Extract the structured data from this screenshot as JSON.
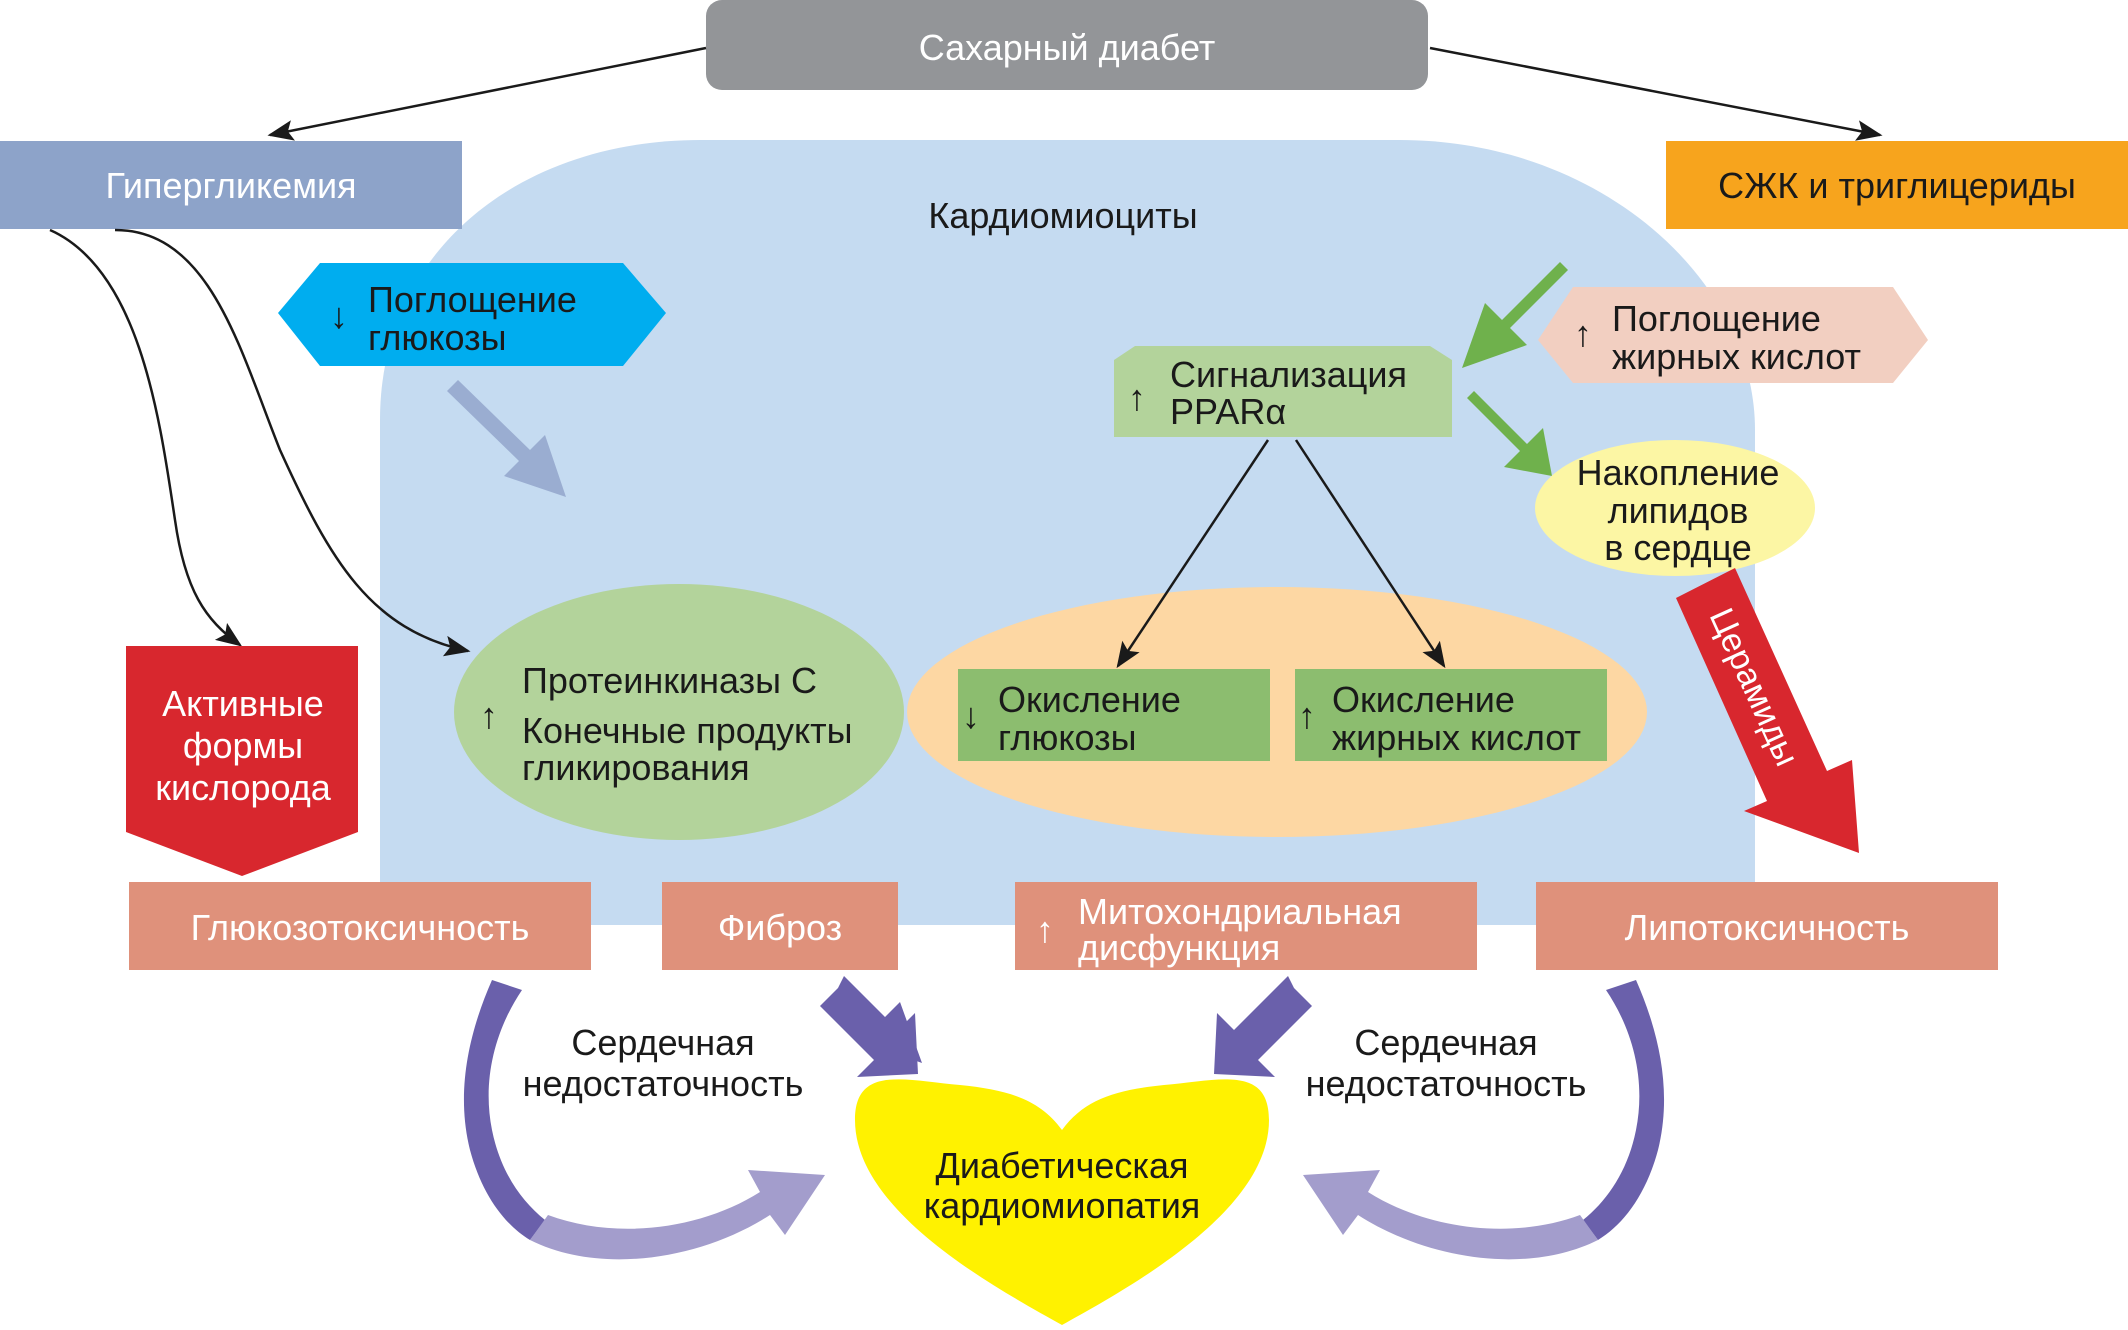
{
  "top": {
    "label": "Сахарный диабет"
  },
  "hyperglycemia": {
    "label": "Гипергликемия"
  },
  "ffa": {
    "label": "СЖК и триглицериды"
  },
  "cardiomyocytes": {
    "label": "Кардиомиоциты"
  },
  "glucose_uptake": {
    "arrow": "↓",
    "line1": "Поглощение",
    "line2": "глюкозы"
  },
  "fatty_uptake": {
    "arrow": "↑",
    "line1": "Поглощение",
    "line2": "жирных кислот"
  },
  "ppar": {
    "arrow": "↑",
    "line1": "Сигнализация",
    "line2": "PPARα"
  },
  "lipid": {
    "line1": "Накопление",
    "line2": "липидов",
    "line3": "в сердце"
  },
  "ceramides": {
    "label": "Церамиды"
  },
  "ros": {
    "line1": "Активные",
    "line2": "формы",
    "line3": "кислорода"
  },
  "protein": {
    "arrow": "↑",
    "line1": "Протеинкиназы С",
    "line2": "Конечные продукты",
    "line3": "гликирования"
  },
  "glucose_ox": {
    "arrow": "↓",
    "line1": "Окисление",
    "line2": "глюкозы"
  },
  "fatty_ox": {
    "arrow": "↑",
    "line1": "Окисление",
    "line2": "жирных кислот"
  },
  "bottom": {
    "glucotox": "Глюкозотоксичность",
    "fibrosis": "Фиброз",
    "mito_arrow": "↑",
    "mito_line1": "Митохондриальная",
    "mito_line2": "дисфункция",
    "lipotox": "Липотоксичность"
  },
  "heart_failure_left": {
    "line1": "Сердечная",
    "line2": "недостаточность"
  },
  "heart_failure_right": {
    "line1": "Сердечная",
    "line2": "недостаточность"
  },
  "heart": {
    "line1": "Диабетическая",
    "line2": "кардиомиопатия"
  },
  "colors": {
    "top_box": "#939598",
    "hyper_box": "#8da3c9",
    "ffa_box": "#f7a41d",
    "cell": "#c5dbf1",
    "glucose_uptake": "#00adef",
    "fatty_uptake": "#f2cfc1",
    "ppar": "#b3d39b",
    "lipid": "#fcf6a4",
    "ros": "#d8272e",
    "protein": "#b3d39b",
    "oxidation_ellipse": "#fdd7a3",
    "oxidation_box": "#8cbd6f",
    "bottom_box": "#df917b",
    "heart": "#fff200",
    "purple_dark": "#6a60ab",
    "purple_light": "#a39dcc",
    "green_arrow": "#6fb14c",
    "blue_arrow": "#9aadd1",
    "ceramide_arrow": "#d8272e"
  }
}
